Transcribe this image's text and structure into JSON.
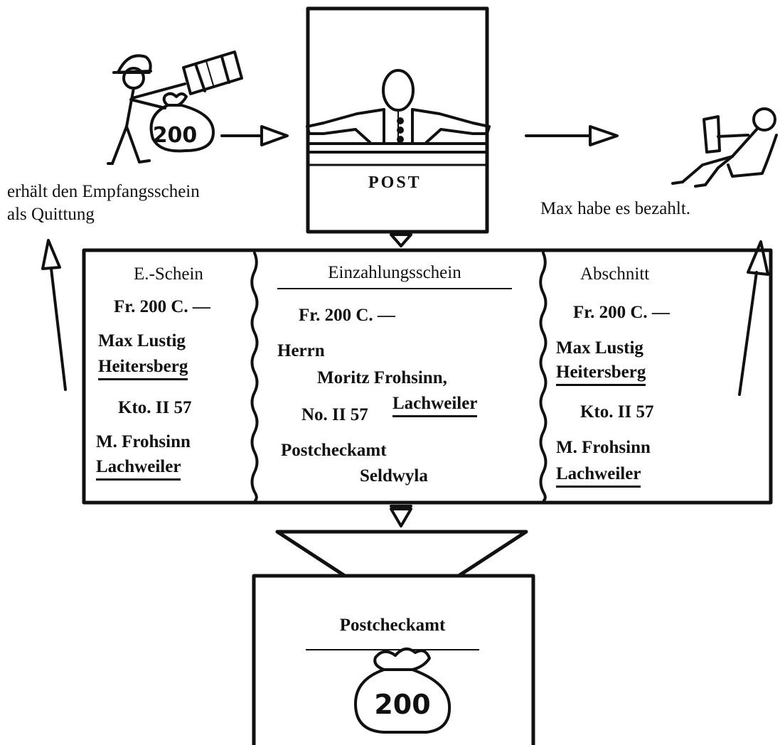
{
  "post_office": {
    "sign": "POST"
  },
  "sender": {
    "bag_amount": "200"
  },
  "caption_left": {
    "line1": "erhält den Empfangsschein",
    "line2": "als Quittung"
  },
  "caption_right": {
    "text": "Max habe es bezahlt."
  },
  "slip": {
    "receipt": {
      "heading": "E.-Schein",
      "amount": "Fr. 200 C. —",
      "payer_name": "Max Lustig",
      "payer_place": "Heitersberg",
      "account": "Kto. II 57",
      "payee_name": "M. Frohsinn",
      "payee_place": "Lachweiler"
    },
    "main": {
      "heading": "Einzahlungsschein",
      "amount": "Fr. 200 C. —",
      "salutation": "Herrn",
      "payee_name": "Moritz Frohsinn,",
      "account": "No. II 57",
      "payee_place": "Lachweiler",
      "office_line1": "Postcheckamt",
      "office_line2": "Seldwyla"
    },
    "stub": {
      "heading": "Abschnitt",
      "amount": "Fr. 200 C. —",
      "payer_name": "Max Lustig",
      "payer_place": "Heitersberg",
      "account": "Kto. II 57",
      "payee_name": "M. Frohsinn",
      "payee_place": "Lachweiler"
    }
  },
  "check_office": {
    "title": "Postcheckamt",
    "bag_amount": "200"
  }
}
